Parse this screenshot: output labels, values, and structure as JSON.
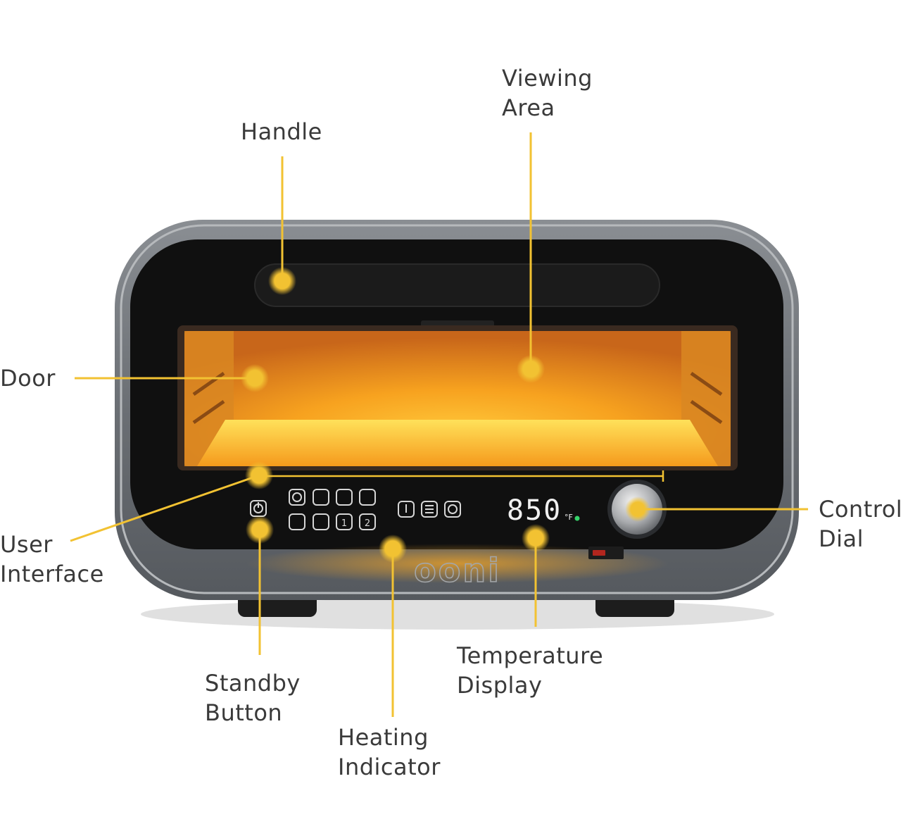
{
  "colors": {
    "callout": "#F2C232",
    "label_text": "#3a3a3a",
    "body_gray": "#6f7378",
    "frame_black": "#111111",
    "chamber_orange": "#F5A623"
  },
  "oven": {
    "brand": "ooni",
    "temperature": "850",
    "unit": "°F",
    "panel_digits": [
      "1",
      "2"
    ],
    "icons": [
      "power-icon",
      "neapolitan-icon",
      "pizza-slice-icon",
      "oven-mode-icon",
      "dutch-oven-icon",
      "bake-icon",
      "grill-icon",
      "preset-1-icon",
      "preset-2-icon",
      "thermometer-icon",
      "heating-element-icon",
      "timer-icon"
    ]
  },
  "labels": {
    "handle": "Handle",
    "viewing_area": {
      "line1": "Viewing",
      "line2": "Area"
    },
    "door": "Door",
    "user_interface": {
      "line1": "User",
      "line2": "Interface"
    },
    "control_dial": {
      "line1": "Control",
      "line2": "Dial"
    },
    "standby_button": {
      "line1": "Standby",
      "line2": "Button"
    },
    "heating_indicator": {
      "line1": "Heating",
      "line2": "Indicator"
    },
    "temperature_display": {
      "line1": "Temperature",
      "line2": "Display"
    }
  }
}
